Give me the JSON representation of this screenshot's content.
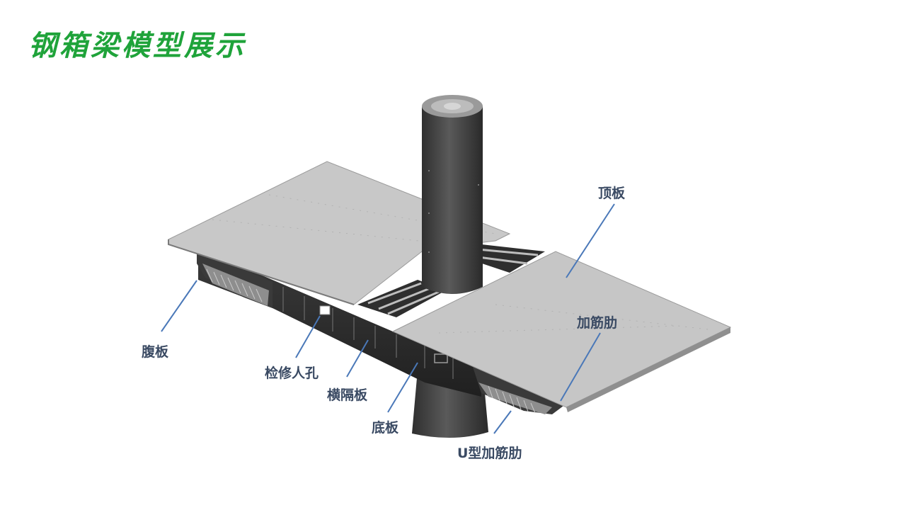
{
  "slide": {
    "title": "钢箱梁模型展示"
  },
  "labels": {
    "top_plate": "顶板",
    "stiffener": "加筋肋",
    "web_plate": "腹板",
    "manhole": "检修人孔",
    "diaphragm": "横隔板",
    "bottom_plate": "底板",
    "u_stiffener": "U型加筋肋"
  },
  "colors": {
    "title": "#1fa33a",
    "label_text": "#3a4a63",
    "leader_line": "#4a78b8",
    "deck_top": "#c7c7c7",
    "pier": "#4a4a4a"
  }
}
